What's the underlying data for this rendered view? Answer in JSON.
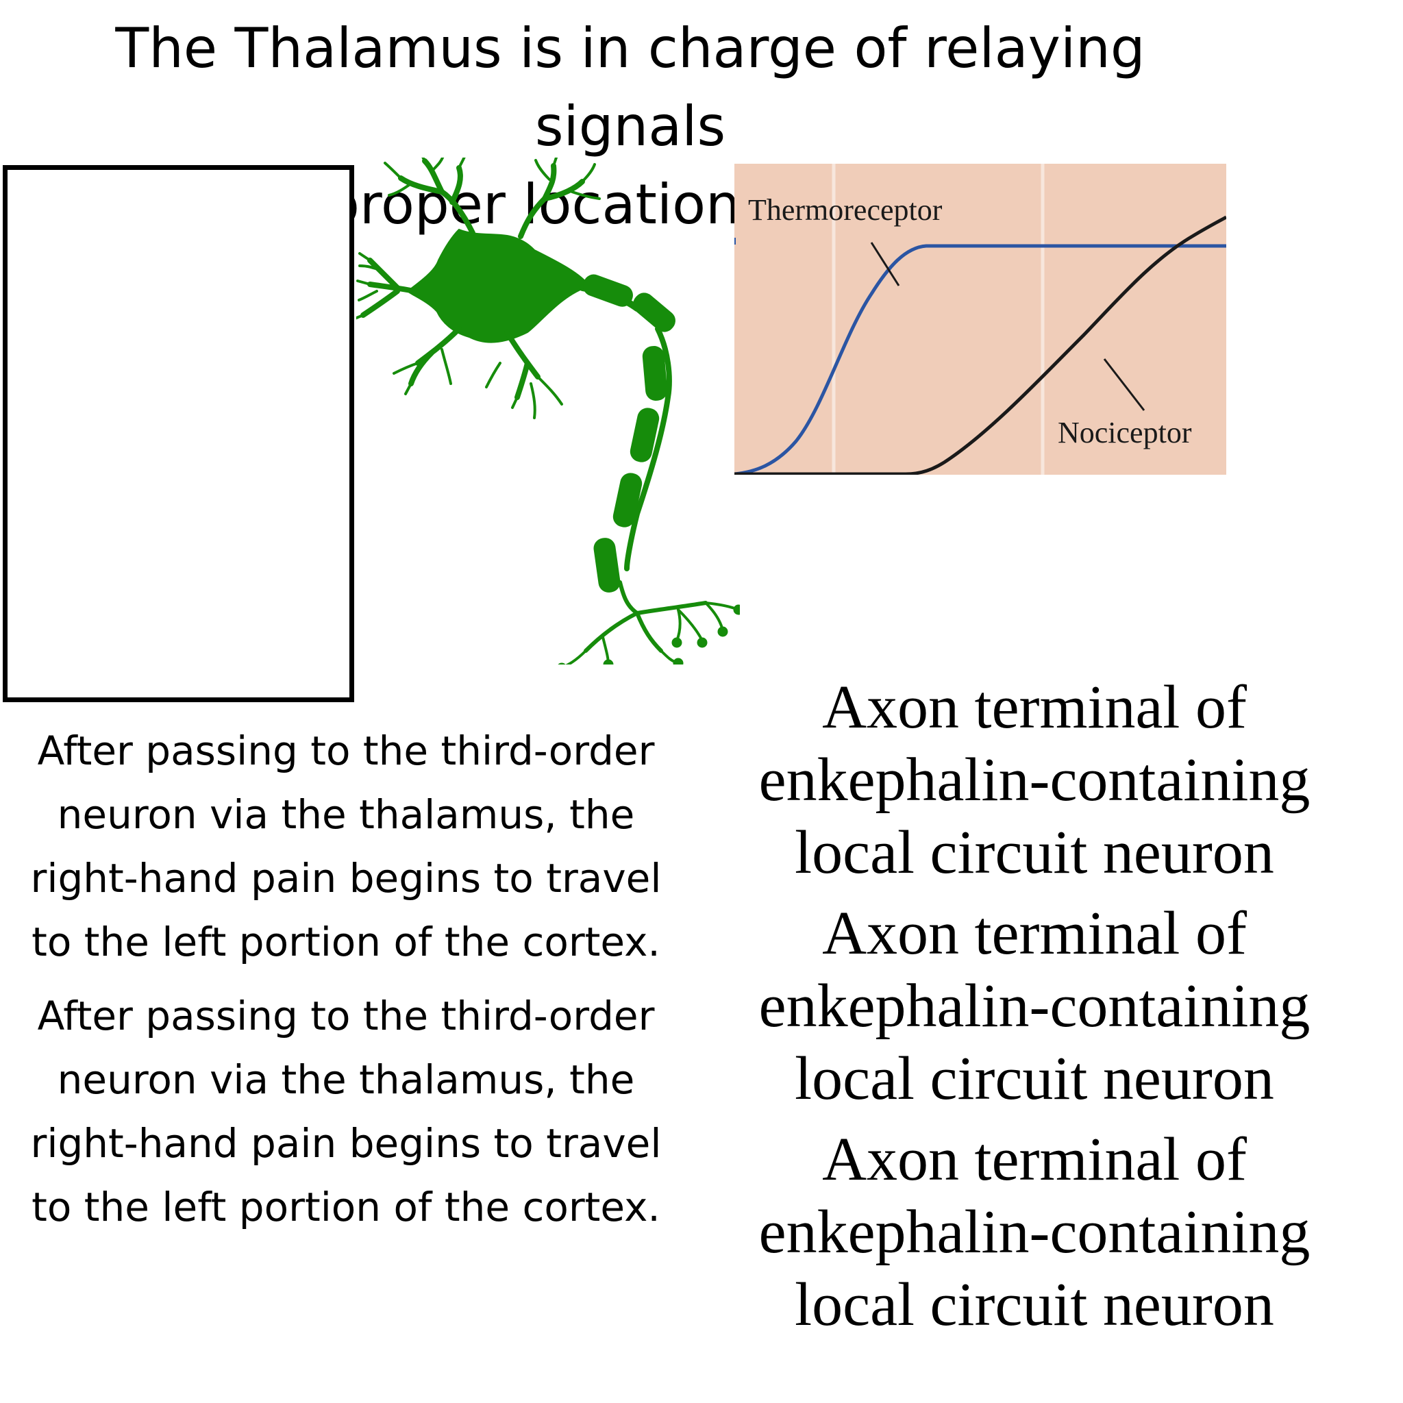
{
  "heading": {
    "line1": "The Thalamus is in charge of relaying signals",
    "line2": "to its proper location in the brain."
  },
  "graph": {
    "background_color": "#f0cdb9",
    "thermo_color": "#2b55a3",
    "noci_color": "#1a1a1a",
    "thermoreceptor_label": "Thermoreceptor",
    "nociceptor_label": "Nociceptor"
  },
  "neuron": {
    "icon": "neuron-icon",
    "color": "#168c0b"
  },
  "pain_paragraphs": [
    {
      "line1": "After passing to the third-order",
      "line2": "neuron via the thalamus, the",
      "line3": "right-hand pain begins to travel",
      "line4": "to the left portion of the cortex."
    },
    {
      "line1": "After passing to the third-order",
      "line2": "neuron via the thalamus, the",
      "line3": "right-hand pain begins to travel",
      "line4": "to the left portion of the cortex."
    }
  ],
  "axon_captions": [
    {
      "line1": "Axon terminal of",
      "line2": "enkephalin-containing",
      "line3": "local circuit neuron"
    },
    {
      "line1": "Axon terminal of",
      "line2": "enkephalin-containing",
      "line3": "local circuit neuron"
    },
    {
      "line1": "Axon terminal of",
      "line2": "enkephalin-containing",
      "line3": "local circuit neuron"
    }
  ]
}
